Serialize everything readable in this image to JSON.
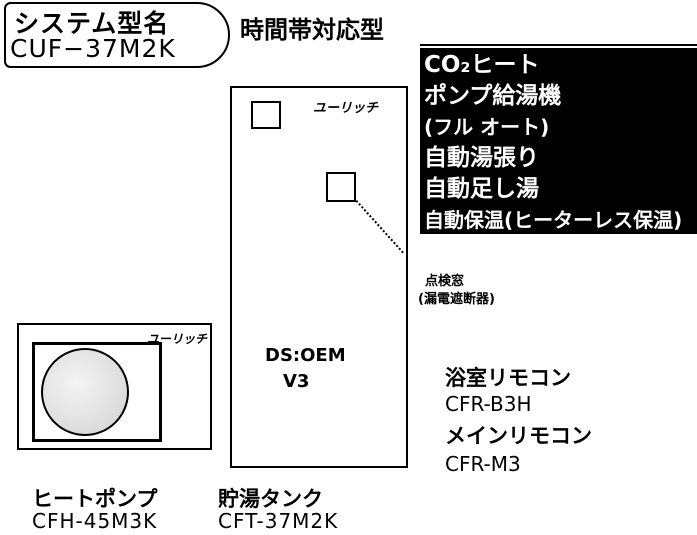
{
  "system": {
    "label": "システム型名",
    "model": "CUF−37M2K",
    "type": "時間帯対応型"
  },
  "features": [
    "CO₂ヒート",
    "ポンプ給湯機",
    "(フル オート)",
    "自動湯張り",
    "自動足し湯",
    "自動保温(ヒーターレス保温)"
  ],
  "tank": {
    "logo": "ユーリッチ",
    "label_line1": "DS:OEM",
    "label_line2": "V3",
    "name": "貯湯タンク",
    "model": "CFT-37M2K"
  },
  "inspection": {
    "line1": "点検窓",
    "line2": "(漏電遮断器)"
  },
  "heatpump": {
    "logo": "ユーリッチ",
    "name": "ヒートポンプ",
    "model": "CFH-45M3K"
  },
  "remotes": {
    "bath_label": "浴室リモコン",
    "bath_model": "CFR-B3H",
    "main_label": "メインリモコン",
    "main_model": "CFR-M3"
  }
}
